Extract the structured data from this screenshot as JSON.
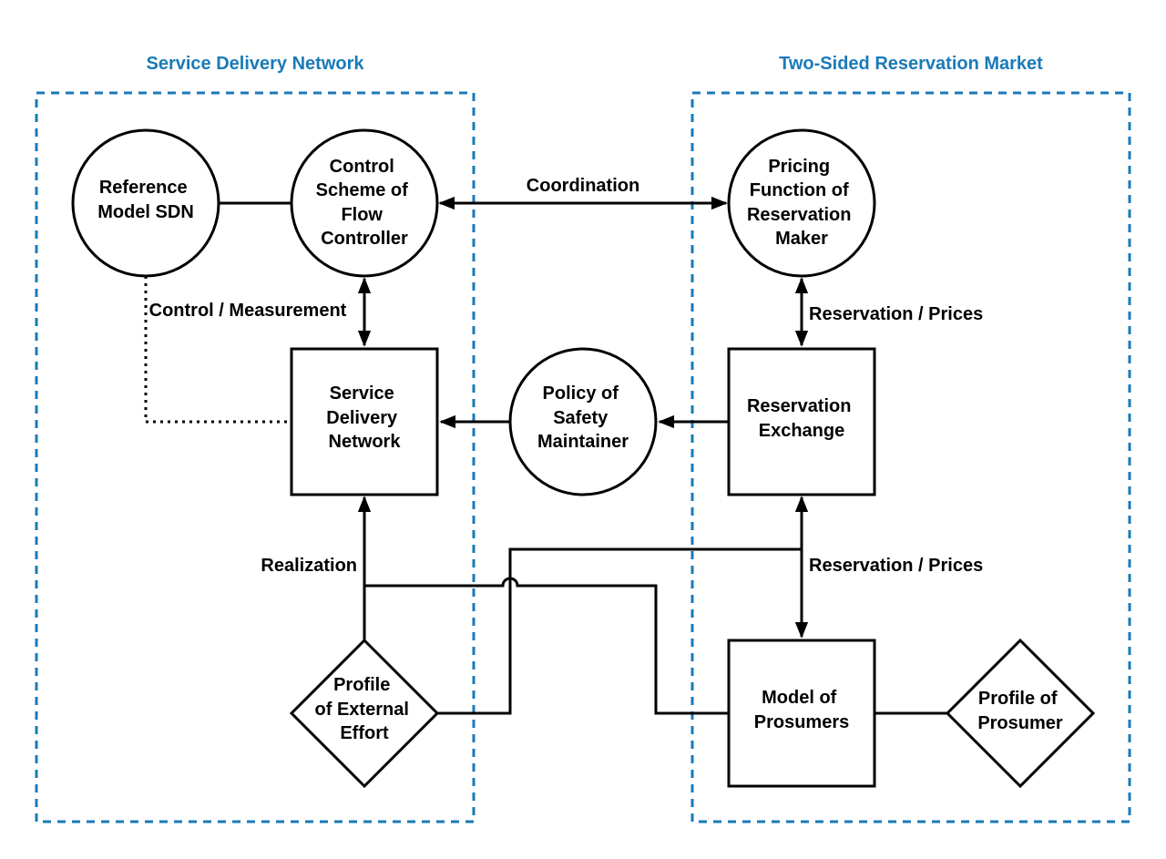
{
  "groups": {
    "service_delivery_network": "Service Delivery Network",
    "two_sided_reservation_market": "Two-Sided Reservation Market"
  },
  "nodes": {
    "reference_model_sdn": {
      "lines": [
        "Reference",
        "Model SDN"
      ],
      "shape": "circle"
    },
    "control_scheme": {
      "lines": [
        "Control",
        "Scheme of",
        "Flow",
        "Controller"
      ],
      "shape": "circle"
    },
    "pricing_function": {
      "lines": [
        "Pricing",
        "Function of",
        "Reservation",
        "Maker"
      ],
      "shape": "circle"
    },
    "service_delivery_network": {
      "lines": [
        "Service",
        "Delivery",
        "Network"
      ],
      "shape": "box"
    },
    "policy_of_safety": {
      "lines": [
        "Policy of",
        "Safety",
        "Maintainer"
      ],
      "shape": "circle"
    },
    "reservation_exchange": {
      "lines": [
        "Reservation",
        "Exchange"
      ],
      "shape": "box"
    },
    "profile_external_effort": {
      "lines": [
        "Profile",
        "of External",
        "Effort"
      ],
      "shape": "diamond"
    },
    "model_of_prosumers": {
      "lines": [
        "Model of",
        "Prosumers"
      ],
      "shape": "box"
    },
    "profile_of_prosumer": {
      "lines": [
        "Profile of",
        "Prosumer"
      ],
      "shape": "diamond"
    }
  },
  "edge_labels": {
    "coordination": "Coordination",
    "control_measurement": "Control / Measurement",
    "reservation_prices_top": "Reservation / Prices",
    "reservation_prices_bottom": "Reservation / Prices",
    "realization": "Realization"
  },
  "colors": {
    "group_accent": "#1a7ab8",
    "stroke": "#000000",
    "fill": "#ffffff"
  }
}
